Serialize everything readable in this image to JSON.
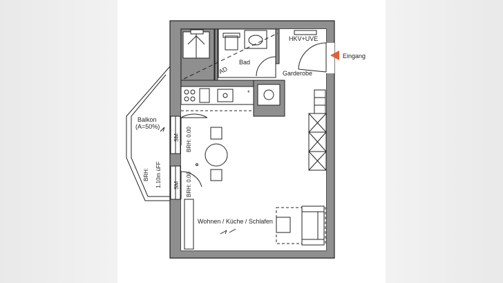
{
  "plan": {
    "rooms": {
      "bad": "Bad",
      "garderobe": "Garderobe",
      "wohnen": "Wohnen / Küche / Schlafen"
    },
    "labels": {
      "ad": "AD",
      "hkv": "HKV+UVE",
      "eingang": "Eingang",
      "balkon": "Balkon",
      "balkon_area": "(A=50%)",
      "brh_1": "BRH:",
      "brh_2": "1.10m üFF",
      "sm_top": "SM",
      "sm_bottom": "SM",
      "brh_top": "BRH: 0.00",
      "brh_bottom": "BRH: 0.00"
    },
    "colors": {
      "wall": "#8c8c8c",
      "line": "#222222",
      "entrance_arrow": "#e0603a"
    }
  }
}
